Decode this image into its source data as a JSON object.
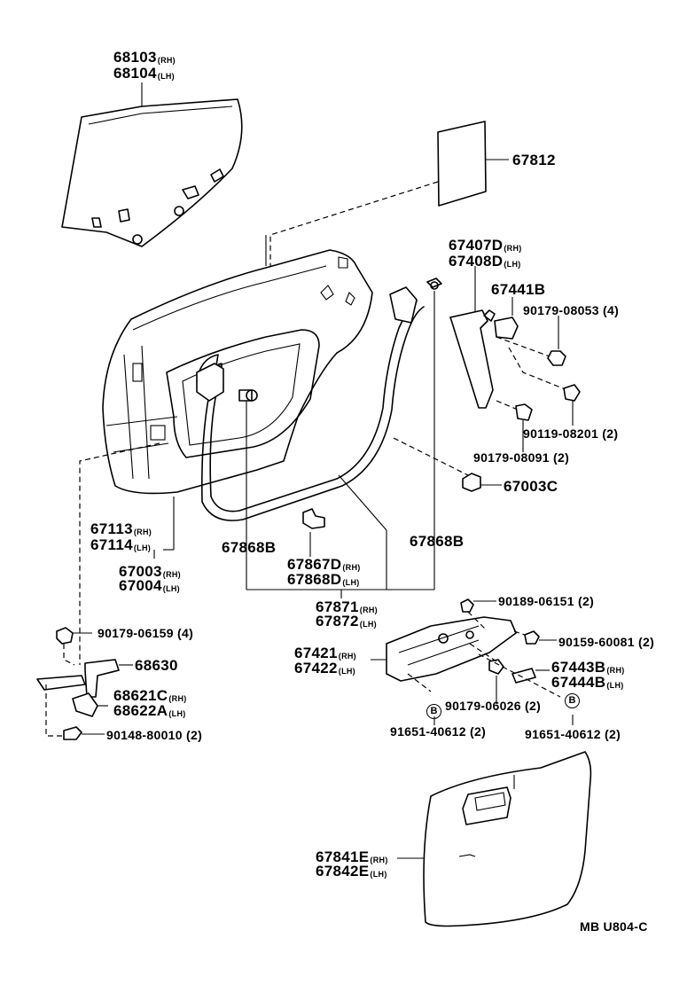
{
  "labels": {
    "glass_rh": "68103",
    "glass_rh_sfx": "(RH)",
    "glass_lh": "68104",
    "glass_lh_sfx": "(LH)",
    "cover": "67812",
    "hinge_upper_rh": "67407D",
    "hinge_upper_rh_sfx": "(RH)",
    "hinge_upper_lh": "67408D",
    "hinge_upper_lh_sfx": "(LH)",
    "bracket": "67441B",
    "bolt_a": "90179-08053",
    "bolt_a_qty": "(4)",
    "bolt_b": "90119-08201",
    "bolt_b_qty": "(2)",
    "nut_c": "90179-08091",
    "nut_c_qty": "(2)",
    "cushion": "67003C",
    "panel_rh": "67113",
    "panel_rh_sfx": "(RH)",
    "panel_lh": "67114",
    "panel_lh_sfx": "(LH)",
    "door_rh": "67003",
    "door_rh_sfx": "(RH)",
    "door_lh": "67004",
    "door_lh_sfx": "(LH)",
    "clip_left": "67868B",
    "clip_right": "67868B",
    "strip_rh": "67867D",
    "strip_rh_sfx": "(RH)",
    "strip_lh": "67868D",
    "strip_lh_sfx": "(LH)",
    "weather_rh": "67871",
    "weather_rh_sfx": "(RH)",
    "weather_lh": "67872",
    "weather_lh_sfx": "(LH)",
    "nut_d": "90179-06159",
    "nut_d_qty": "(4)",
    "check": "68630",
    "hinge_rh": "68621C",
    "hinge_rh_sfx": "(RH)",
    "hinge_lh": "68622A",
    "hinge_lh_sfx": "(LH)",
    "screw_e": "90148-80010",
    "screw_e_qty": "(2)",
    "nut_f": "90189-06151",
    "nut_f_qty": "(2)",
    "regulator_rh": "67421",
    "regulator_rh_sfx": "(RH)",
    "regulator_lh": "67422",
    "regulator_lh_sfx": "(LH)",
    "bolt_g": "90159-60081",
    "bolt_g_qty": "(2)",
    "lock_rh": "67443B",
    "lock_rh_sfx": "(RH)",
    "lock_lh": "67444B",
    "lock_lh_sfx": "(LH)",
    "nut_h": "90179-06026",
    "nut_h_qty": "(2)",
    "clip_b1": "91651-40612",
    "clip_b1_qty": "(2)",
    "clip_b2": "91651-40612",
    "clip_b2_qty": "(2)",
    "board_rh": "67841E",
    "board_rh_sfx": "(RH)",
    "board_lh": "67842E",
    "board_lh_sfx": "(LH)",
    "ref_code": "MB U804-C",
    "b_marker": "B"
  }
}
